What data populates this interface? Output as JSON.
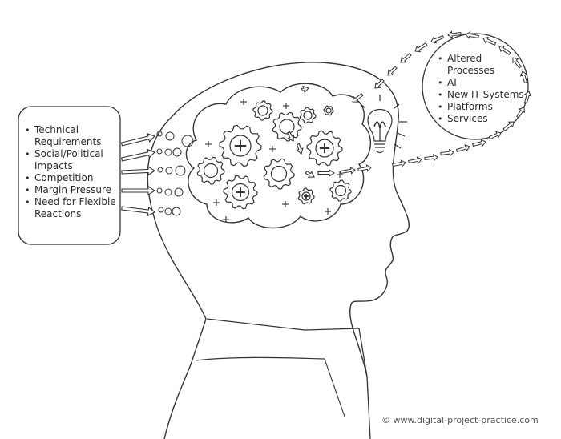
{
  "inputs": {
    "items": [
      "Technical Requirements",
      "Social/Political Impacts",
      "Competition",
      "Margin Pressure",
      "Need for Flexible Reactions"
    ]
  },
  "outputs": {
    "items": [
      "Altered Processes",
      "AI",
      "New IT Systems",
      "Platforms",
      "Services"
    ]
  },
  "credit": "© www.digital-project-practice.com",
  "icons": [
    "gear-icon",
    "lightbulb-icon",
    "arrow-icon",
    "plus-icon",
    "thought-bubble-icon"
  ],
  "colors": {
    "line": "#333333",
    "background": "#ffffff"
  }
}
